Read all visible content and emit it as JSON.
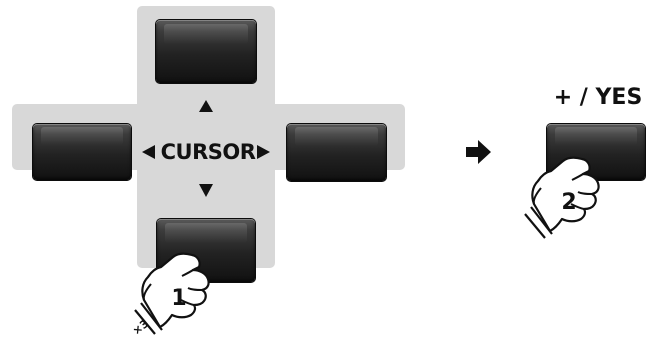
{
  "cursor_pad": {
    "label": "CURSOR",
    "icons": [
      "triangle-up-icon",
      "triangle-left-icon",
      "triangle-right-icon",
      "triangle-down-icon"
    ]
  },
  "yes_button": {
    "label": "+ / YES"
  },
  "steps": [
    {
      "number": "1",
      "repeat": "×3",
      "icon": "pointing-finger-icon"
    },
    {
      "number": "2",
      "icon": "pointing-finger-icon"
    }
  ],
  "flow_arrow": {
    "icon": "right-arrow-icon"
  },
  "colors": {
    "pad_background": "#d8d8d8",
    "key": "#222222",
    "text": "#111111"
  }
}
